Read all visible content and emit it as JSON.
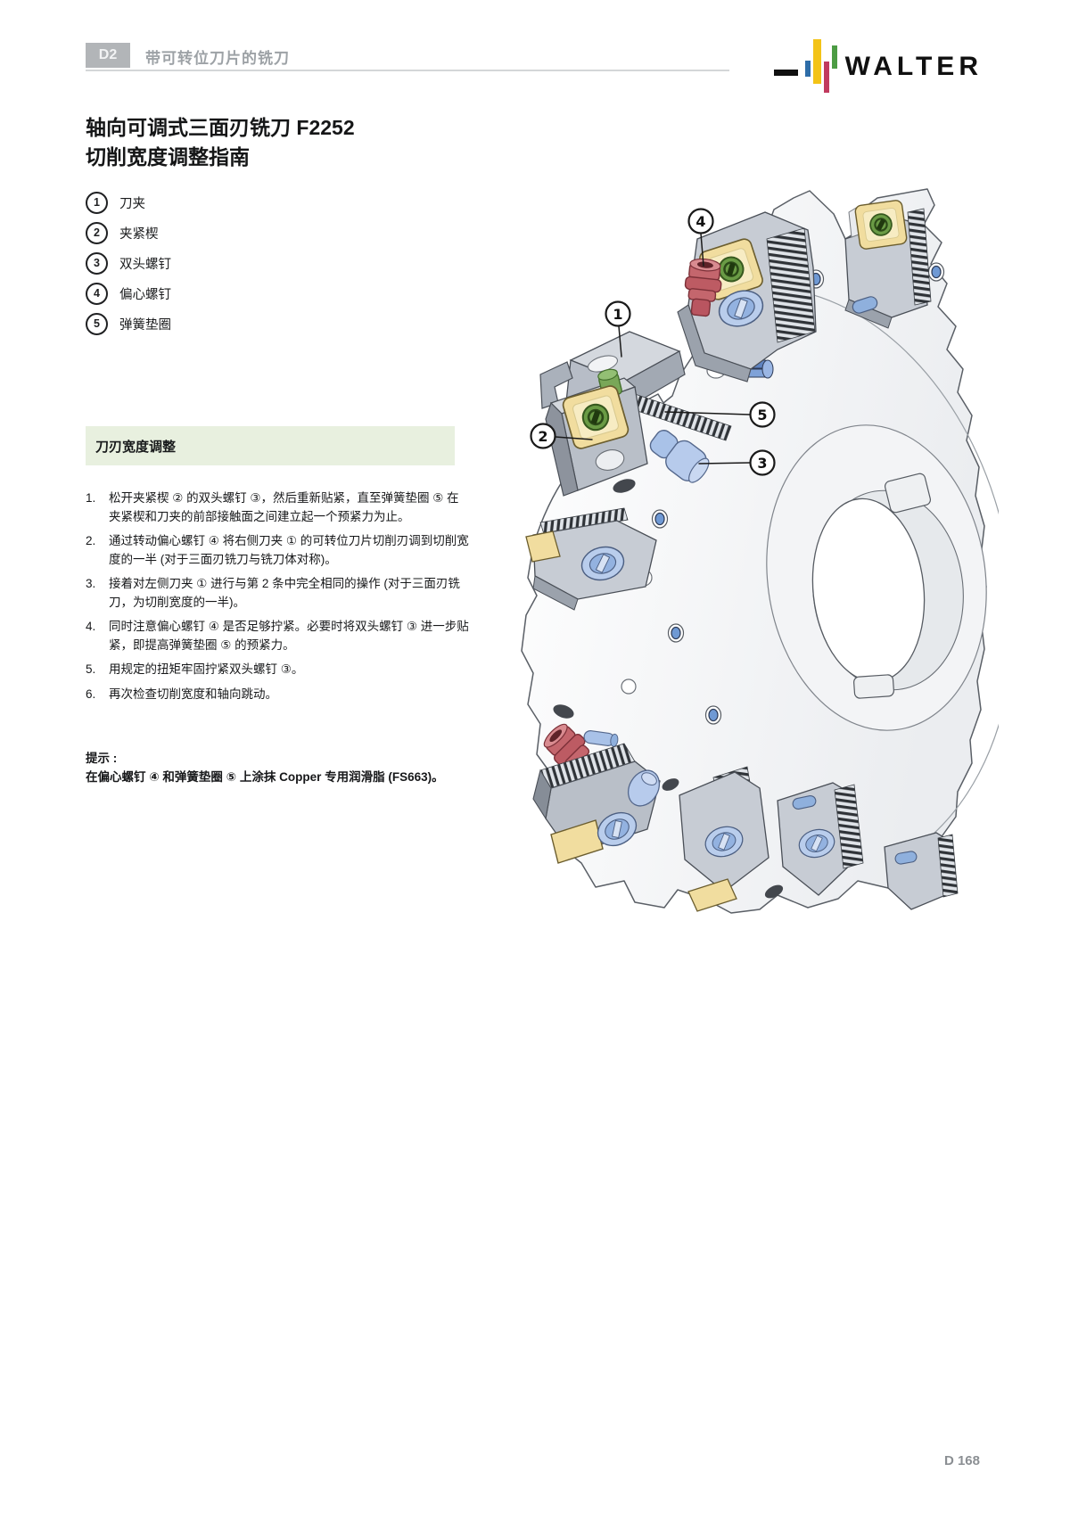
{
  "header": {
    "section_code": "D2",
    "section_title": "带可转位刀片的铣刀",
    "brand": "WALTER"
  },
  "title": {
    "line1": "轴向可调式三面刃铣刀 F2252",
    "line2": "切削宽度调整指南"
  },
  "legend": {
    "items": [
      {
        "num": "1",
        "label": "刀夹"
      },
      {
        "num": "2",
        "label": "夹紧楔"
      },
      {
        "num": "3",
        "label": "双头螺钉"
      },
      {
        "num": "4",
        "label": "偏心螺钉"
      },
      {
        "num": "5",
        "label": "弹簧垫圈"
      }
    ]
  },
  "section": {
    "heading": "刀刃宽度调整"
  },
  "steps": {
    "items": [
      {
        "num": "1.",
        "text": "松开夹紧楔 ② 的双头螺钉 ③，然后重新贴紧，直至弹簧垫圈 ⑤ 在夹紧楔和刀夹的前部接触面之间建立起一个预紧力为止。"
      },
      {
        "num": "2.",
        "text": "通过转动偏心螺钉 ④ 将右侧刀夹 ① 的可转位刀片切削刃调到切削宽度的一半 (对于三面刃铣刀与铣刀体对称)。"
      },
      {
        "num": "3.",
        "text": "接着对左侧刀夹 ① 进行与第 2 条中完全相同的操作 (对于三面刃铣刀，为切削宽度的一半)。"
      },
      {
        "num": "4.",
        "text": "同时注意偏心螺钉 ④ 是否足够拧紧。必要时将双头螺钉 ③ 进一步贴紧，即提高弹簧垫圈 ⑤ 的预紧力。"
      },
      {
        "num": "5.",
        "text": "用规定的扭矩牢固拧紧双头螺钉 ③。"
      },
      {
        "num": "6.",
        "text": "再次检查切削宽度和轴向跳动。"
      }
    ]
  },
  "tip": {
    "heading": "提示 :",
    "text": "在偏心螺钉 ④ 和弹簧垫圈 ⑤ 上涂抹 Copper 专用润滑脂 (FS663)。"
  },
  "diagram": {
    "callouts": [
      {
        "num": "4"
      },
      {
        "num": "1"
      },
      {
        "num": "5"
      },
      {
        "num": "2"
      },
      {
        "num": "3"
      }
    ],
    "colors": {
      "heading_bg_green": "#e8f0df",
      "badge_gray": "#b2b5b8",
      "insert_yellow": "#f1dd9f",
      "screw_red": "#c4666d",
      "screw_blue": "#b7cbec",
      "screw_green": "#6a9b45",
      "holder_gray": "#c7ccd4",
      "logo_blue": "#2e6da8",
      "logo_yellow": "#f3c317",
      "logo_red": "#c13a5e",
      "logo_green": "#4c9c44"
    }
  },
  "footer": {
    "page_label": "D 168"
  }
}
